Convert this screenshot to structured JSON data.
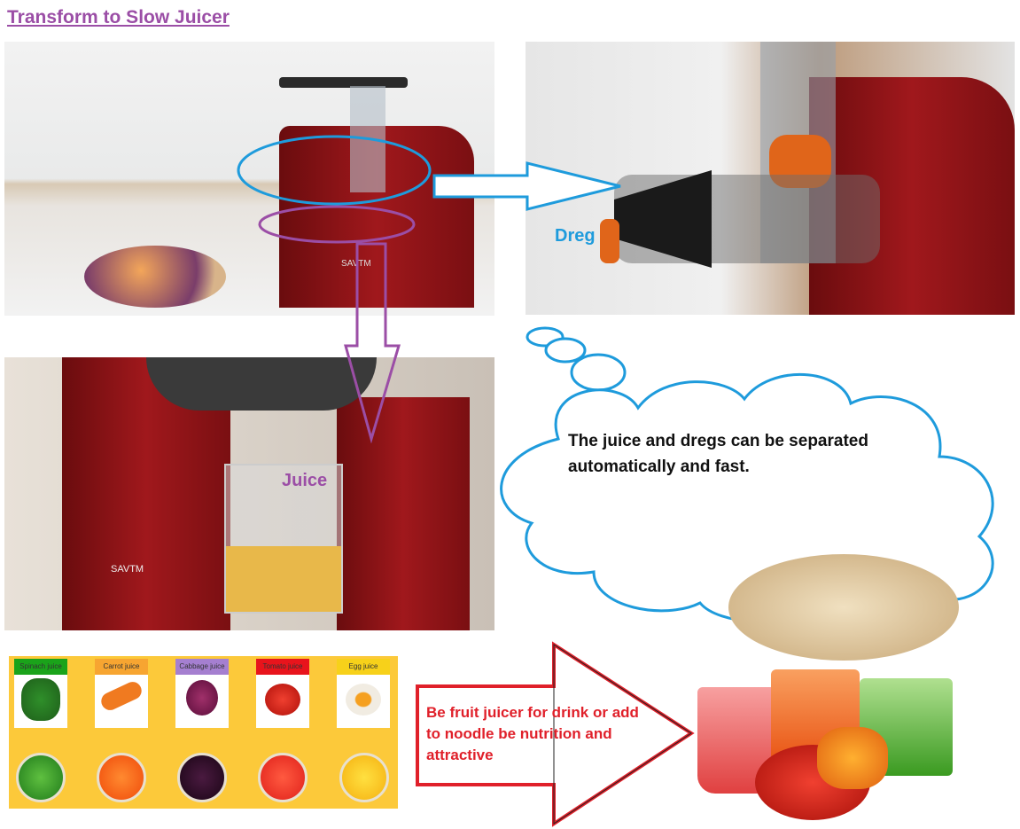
{
  "title": "Transform to Slow Juicer",
  "photos": {
    "brand": "SAVTM",
    "dreg_label": "Dreg",
    "juice_label": "Juice"
  },
  "cloud_text": "The juice and dregs can be separated automatically and fast.",
  "arrow_text": "Be fruit juicer for drink or add to noodle be nutrition and attractive",
  "juices": [
    {
      "label": "Spinach juice",
      "tag_color": "#1aa31a",
      "juice_color": "#2e9a2a"
    },
    {
      "label": "Carrot juice",
      "tag_color": "#f7a531",
      "juice_color": "#f05a10"
    },
    {
      "label": "Cabbage juice",
      "tag_color": "#a57fd0",
      "juice_color": "#2a0b26"
    },
    {
      "label": "Tomato juice",
      "tag_color": "#e8141c",
      "juice_color": "#f0302a"
    },
    {
      "label": "Egg juice",
      "tag_color": "#f7d11a",
      "juice_color": "#f8c61a"
    }
  ],
  "colors": {
    "title": "#9b4ea6",
    "callout_blue": "#1e9bdc",
    "callout_purple": "#9b4ea6",
    "arrow_red": "#e0202a"
  }
}
